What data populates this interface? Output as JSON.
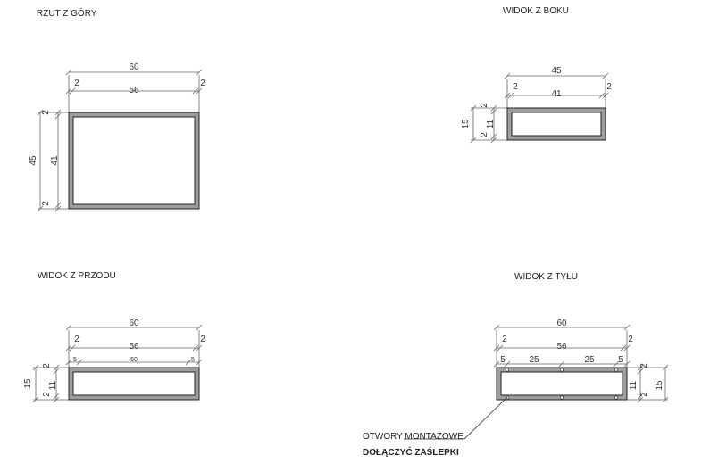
{
  "views": {
    "top": {
      "title": "RZUT Z GÓRY",
      "dims": {
        "total_w": "60",
        "edge_l": "2",
        "inner_w": "56",
        "edge_r": "2",
        "total_h": "45",
        "edge_t": "2",
        "inner_h": "41",
        "edge_b": "2"
      }
    },
    "side": {
      "title": "WIDOK Z BOKU",
      "dims": {
        "total_w": "45",
        "edge_l": "2",
        "inner_w": "41",
        "edge_r": "2",
        "total_h": "15",
        "edge_t": "2",
        "inner_h": "11",
        "edge_b": "2"
      }
    },
    "front": {
      "title": "WIDOK Z PRZODU",
      "dims": {
        "total_w": "60",
        "edge_l": "2",
        "inner_w": "56",
        "edge_r": "2",
        "hole_l": "5",
        "hole_mid": "50",
        "hole_r": "5",
        "total_h": "15",
        "edge_t": "2",
        "inner_h": "11",
        "edge_b": "2"
      }
    },
    "back": {
      "title": "WIDOK Z TYŁU",
      "dims": {
        "total_w": "60",
        "edge_l": "2",
        "inner_w": "56",
        "edge_r": "2",
        "hole_l": "5",
        "hole_m1": "25",
        "hole_m2": "25",
        "hole_r": "5",
        "edge_t": "2",
        "inner_h": "11",
        "edge_b": "2",
        "total_h": "15"
      }
    }
  },
  "annotations": {
    "holes": "OTWORY MONTAŻOWE",
    "caps": "DOŁĄCZYĆ ZAŚLEPKI"
  }
}
